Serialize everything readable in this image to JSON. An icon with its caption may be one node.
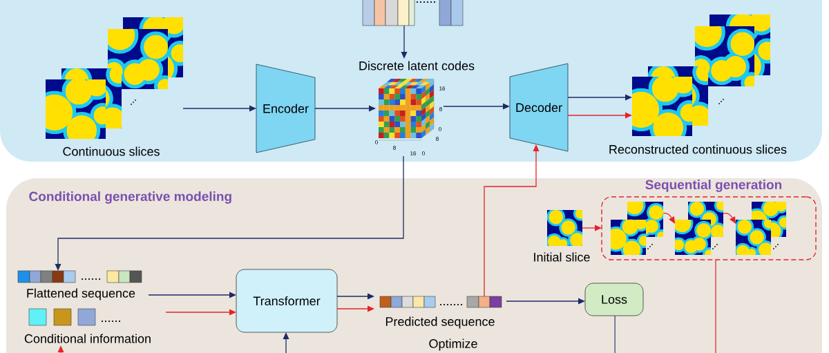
{
  "diagram": {
    "nodes": [
      {
        "text": [],
        "shape": "box"
      },
      {
        "text": [],
        "shape": "picture",
        "in": 0
      },
      {
        "text": [],
        "shape": "picture",
        "beside": [
          "Continuous slices"
        ],
        "in": 0
      },
      {
        "text": [
          "Encoder"
        ],
        "in": 0
      },
      {
        "text": [],
        "shape": "picture",
        "beside": [
          "Discrete latent codes"
        ],
        "in": 0
      },
      {
        "text": [
          "Decoder"
        ],
        "in": 0
      },
      {
        "text": [],
        "shape": "picture",
        "beside": [
          "Reconstructed continuous slices"
        ],
        "in": 0
      },
      {
        "text": [
          "Conditional generative modeling"
        ]
      },
      {
        "text": [],
        "shape": "picture",
        "beside": [
          "Flattened sequence"
        ],
        "in": 7
      },
      {
        "text": [],
        "shape": "picture",
        "beside": [
          "Conditional information"
        ],
        "in": 7
      },
      {
        "text": [
          "Transformer"
        ],
        "in": 7
      },
      {
        "text": [],
        "shape": "picture",
        "beside": [
          "Predicted sequence"
        ],
        "in": 7
      },
      {
        "text": [
          "Loss"
        ],
        "in": 7
      },
      {
        "text": [],
        "shape": "picture",
        "beside": [
          "Initial slice"
        ],
        "in": 7
      },
      {
        "text": [
          "Sequential generation"
        ],
        "in": 7
      },
      {
        "text": [],
        "shape": "picture",
        "in": 14
      },
      {
        "text": [],
        "shape": "picture",
        "in": 14
      },
      {
        "text": [],
        "shape": "picture",
        "in": 14
      }
    ],
    "edges": [
      {
        "from": 1,
        "to": 4,
        "arrow": "to"
      },
      {
        "from": 2,
        "to": 3,
        "arrow": "to"
      },
      {
        "from": 3,
        "to": 4,
        "arrow": "to"
      },
      {
        "from": 4,
        "to": 5,
        "arrow": "to"
      },
      {
        "from": 5,
        "to": 6,
        "arrow": "to"
      },
      {
        "from": 5,
        "to": 6,
        "arrow": "to",
        "color": "#e52228"
      },
      {
        "from": 4,
        "to": 8,
        "arrow": "to"
      },
      {
        "from": 8,
        "to": 10,
        "arrow": "to"
      },
      {
        "from": 9,
        "to": 10,
        "arrow": "to",
        "color": "#e52228"
      },
      {
        "from": 10,
        "to": 11,
        "arrow": "to"
      },
      {
        "from": 10,
        "to": 11,
        "arrow": "to",
        "color": "#e52228"
      },
      {
        "from": 11,
        "to": 12,
        "arrow": "to"
      },
      {
        "from": 11,
        "to": 5,
        "arrow": "to",
        "color": "#e52228"
      },
      {
        "from": 13,
        "to": 14,
        "arrow": "to",
        "color": "#e52228"
      },
      {
        "from": 15,
        "to": 16,
        "arrow": "to",
        "color": "#e52228"
      },
      {
        "from": 16,
        "to": 17,
        "arrow": "to",
        "color": "#e52228"
      },
      {
        "from": null,
        "to": 9,
        "arrow": "to",
        "color": "#e52228"
      },
      {
        "from": null,
        "to": 10,
        "arrow": "to"
      },
      {
        "from": 12,
        "to": null,
        "arrow": "none"
      },
      {
        "from": 14,
        "to": null,
        "arrow": "none",
        "color": "#e52228"
      }
    ],
    "labels": [
      "16",
      "8",
      "0",
      "8",
      "0",
      "0",
      "8",
      "16",
      "Optimize"
    ]
  }
}
